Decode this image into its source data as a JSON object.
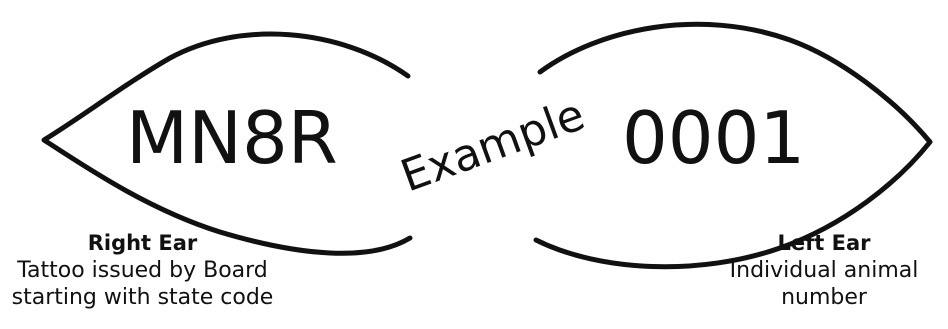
{
  "right_ear": {
    "tattoo_code": "MN8R",
    "title": "Right Ear",
    "description_line1": "Tattoo issued by Board",
    "description_line2": "starting with state code"
  },
  "center": {
    "label": "Example"
  },
  "left_ear": {
    "tattoo_code": "0001",
    "title": "Left Ear",
    "description_line1": "Individual animal",
    "description_line2": "number"
  },
  "colors": {
    "ink": "#111111",
    "background": "#ffffff"
  }
}
